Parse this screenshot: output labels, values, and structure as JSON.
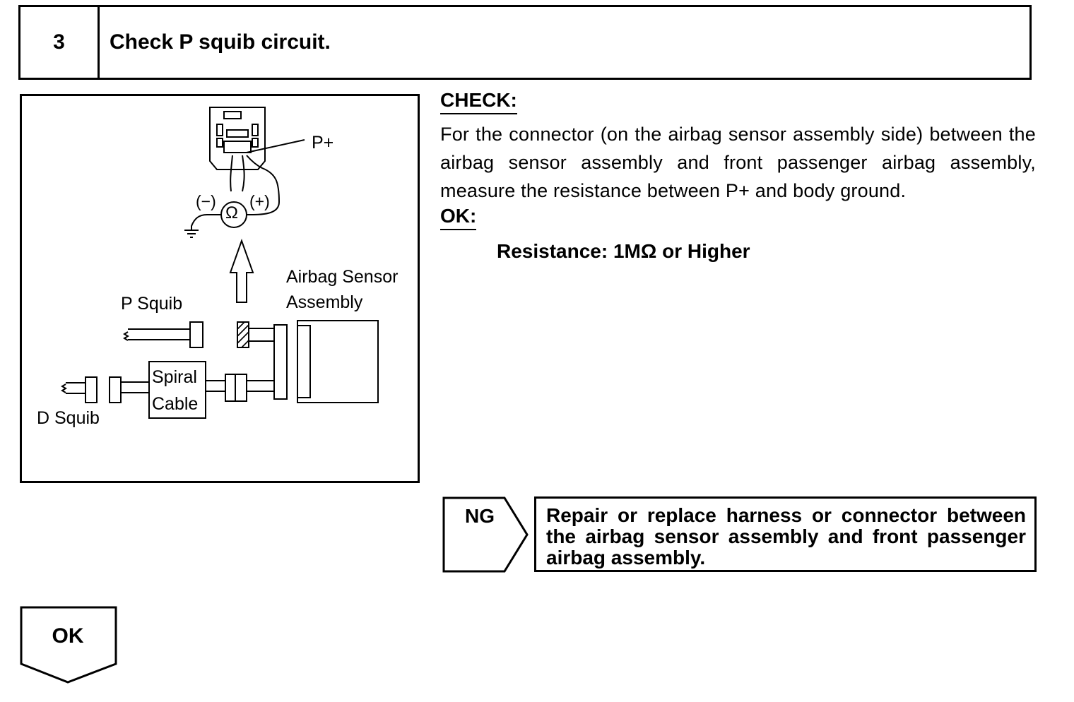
{
  "step": {
    "number": "3",
    "title": "Check P squib circuit."
  },
  "figure": {
    "labels": {
      "p_plus": "P+",
      "minus": "(−)",
      "plus": "(+)",
      "ohm": "Ω",
      "airbag_sensor_line1": "Airbag Sensor",
      "airbag_sensor_line2": "Assembly",
      "p_squib": "P Squib",
      "spiral_line1": "Spiral",
      "spiral_line2": "Cable",
      "d_squib": "D Squib"
    }
  },
  "check": {
    "heading": "CHECK:",
    "text": "For the connector (on the airbag sensor assembly side) between the airbag sensor assembly and front passenger airbag assembly, measure the resistance between P+ and body ground."
  },
  "ok": {
    "heading": "OK:",
    "spec": "Resistance: 1MΩ or Higher"
  },
  "ng": {
    "label": "NG",
    "action": "Repair or replace harness or connector between the airbag sensor assembly and front passenger airbag assembly."
  },
  "ok_flow": {
    "label": "OK"
  }
}
